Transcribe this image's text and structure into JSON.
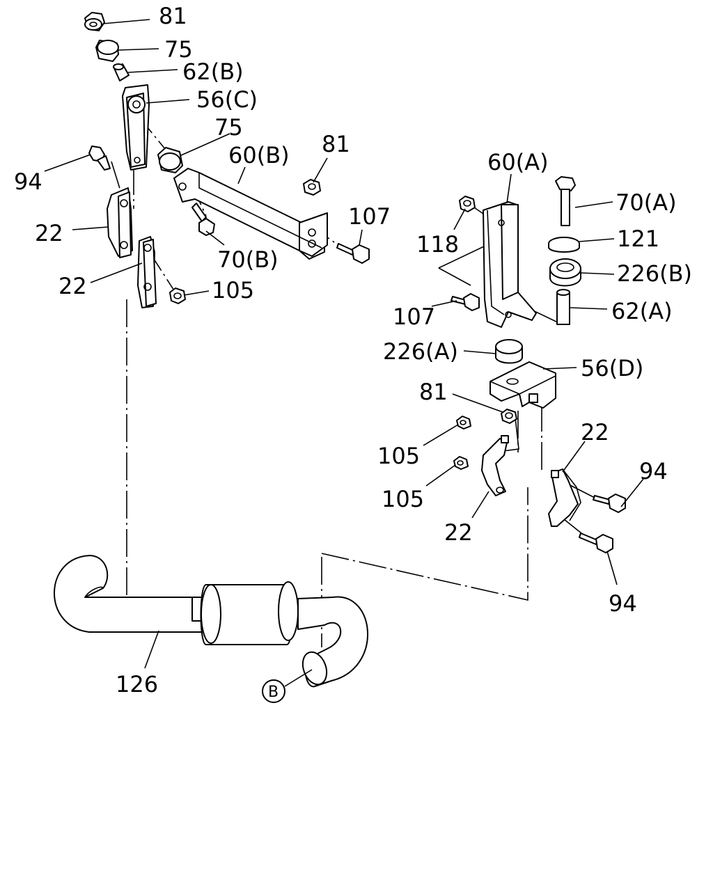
{
  "labels": {
    "l81a": "81",
    "l75a": "75",
    "l62b": "62(B)",
    "l56c": "56(C)",
    "l75b": "75",
    "l60b": "60(B)",
    "l81b": "81",
    "l94a": "94",
    "l107a": "107",
    "l22a": "22",
    "l70b": "70(B)",
    "l22b": "22",
    "l105a": "105",
    "l60a": "60(A)",
    "l70a": "70(A)",
    "l118": "118",
    "l121": "121",
    "l226b": "226(B)",
    "l107b": "107",
    "l62a": "62(A)",
    "l226a": "226(A)",
    "l56d": "56(D)",
    "l81c": "81",
    "l22c": "22",
    "l105b": "105",
    "l94b": "94",
    "l105c": "105",
    "l22d": "22",
    "l94c": "94",
    "l126": "126",
    "lB": "B"
  }
}
